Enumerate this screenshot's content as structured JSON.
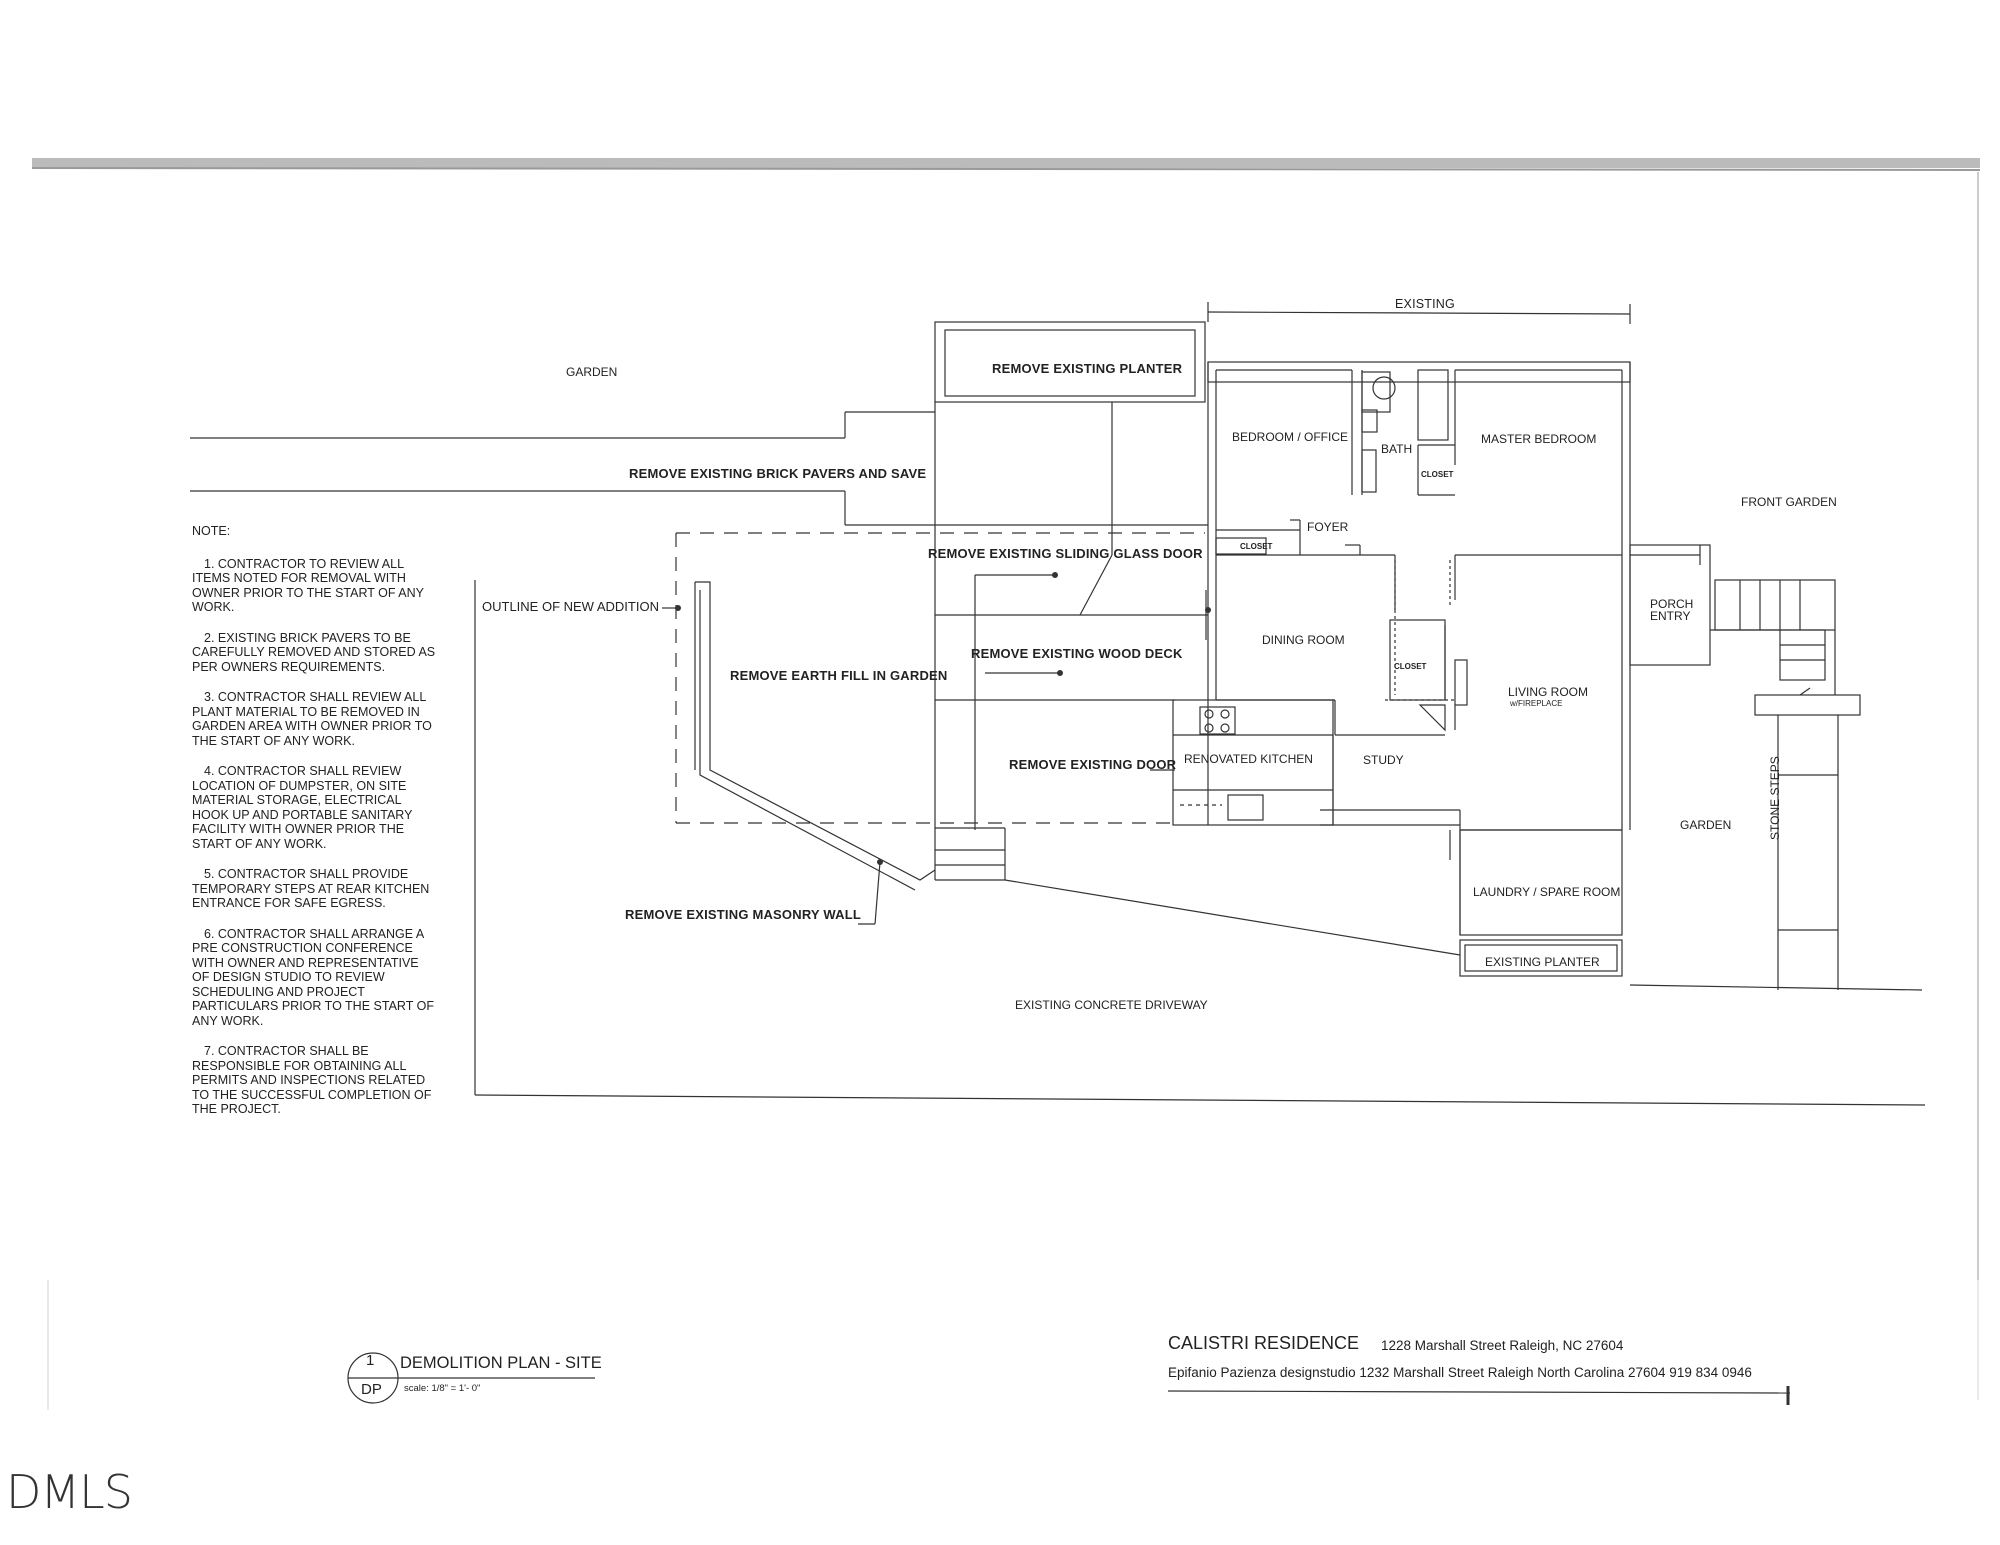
{
  "labels": {
    "existing": "EXISTING",
    "garden_top": "GARDEN",
    "remove_planter": "REMOVE EXISTING PLANTER",
    "bedroom_office": "BEDROOM / OFFICE",
    "bath": "BATH",
    "master_bedroom": "MASTER BEDROOM",
    "closet_bath": "CLOSET",
    "remove_pavers": "REMOVE EXISTING BRICK  PAVERS AND SAVE",
    "front_garden": "FRONT GARDEN",
    "foyer": "FOYER",
    "closet_foyer": "CLOSET",
    "remove_sliding": "REMOVE EXISTING SLIDING GLASS DOOR",
    "porch_entry": "PORCH ENTRY",
    "outline_addition": "OUTLINE OF NEW ADDITION",
    "dining_room": "DINING ROOM",
    "remove_wood_deck": "REMOVE EXISTING WOOD DECK",
    "closet_dining": "CLOSET",
    "remove_earth": "REMOVE EARTH FILL IN GARDEN",
    "living_room": "LIVING ROOM",
    "fireplace": "w/FIREPLACE",
    "renovated_kitchen": "RENOVATED KITCHEN",
    "study": "STUDY",
    "remove_door": "REMOVE EXISTING  DOOR",
    "garden_right": "GARDEN",
    "stone_steps": "STONE STEPS",
    "laundry": "LAUNDRY / SPARE ROOM",
    "remove_masonry": "REMOVE EXISTING MASONRY WALL",
    "existing_planter": "EXISTING PLANTER",
    "driveway": "EXISTING CONCRETE DRIVEWAY"
  },
  "notes": {
    "heading": "NOTE:",
    "items": [
      "1.  CONTRACTOR TO REVIEW ALL ITEMS NOTED FOR REMOVAL WITH OWNER PRIOR TO THE START OF ANY WORK.",
      "2.  EXISTING BRICK PAVERS TO BE CAREFULLY REMOVED AND STORED AS PER OWNERS REQUIREMENTS.",
      "3.  CONTRACTOR SHALL REVIEW ALL PLANT MATERIAL TO BE REMOVED IN GARDEN AREA WITH OWNER PRIOR TO THE START OF ANY WORK.",
      "4.  CONTRACTOR SHALL REVIEW LOCATION OF DUMPSTER, ON SITE MATERIAL STORAGE, ELECTRICAL HOOK UP AND PORTABLE SANITARY FACILITY WITH OWNER PRIOR THE START OF ANY WORK.",
      "5.  CONTRACTOR SHALL PROVIDE TEMPORARY STEPS AT REAR KITCHEN ENTRANCE FOR SAFE EGRESS.",
      "6.  CONTRACTOR SHALL ARRANGE A PRE CONSTRUCTION CONFERENCE WITH OWNER AND REPRESENTATIVE OF DESIGN STUDIO TO REVIEW SCHEDULING AND PROJECT PARTICULARS PRIOR TO THE START OF ANY WORK.",
      "7.  CONTRACTOR SHALL BE RESPONSIBLE FOR OBTAINING ALL PERMITS AND INSPECTIONS RELATED TO THE SUCCESSFUL COMPLETION OF THE PROJECT."
    ]
  },
  "drawing_tag": {
    "number": "1",
    "sheet": "DP",
    "title": "DEMOLITION PLAN - SITE",
    "scale": "scale: 1/8\" = 1'- 0\""
  },
  "title_block": {
    "project": "CALISTRI RESIDENCE",
    "address": "1228 Marshall Street  Raleigh, NC 27604",
    "designer": "Epifanio Pazienza  designstudio  1232 Marshall Street Raleigh North Carolina 27604  919 834 0946"
  },
  "watermark": "DMLS"
}
